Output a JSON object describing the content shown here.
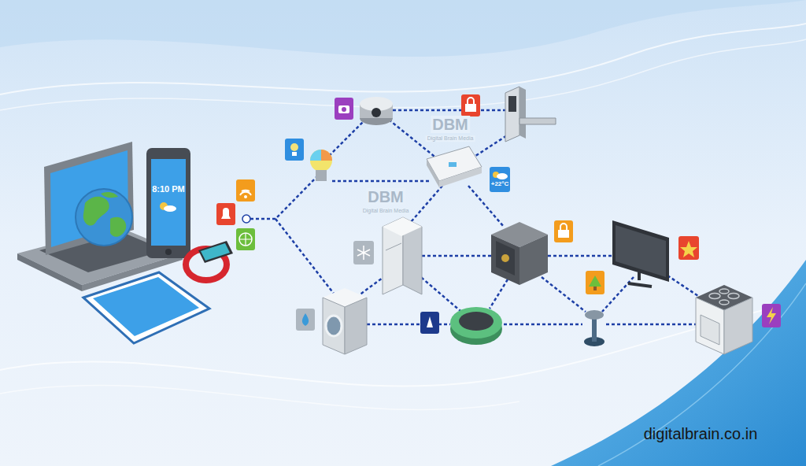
{
  "diagram": {
    "labels": [
      "8:10 PM",
      "+22°C",
      "DBM",
      "Digital Brain Media",
      "DBM",
      "Digital Brain Media",
      "digitalbrain.co.in"
    ]
  }
}
